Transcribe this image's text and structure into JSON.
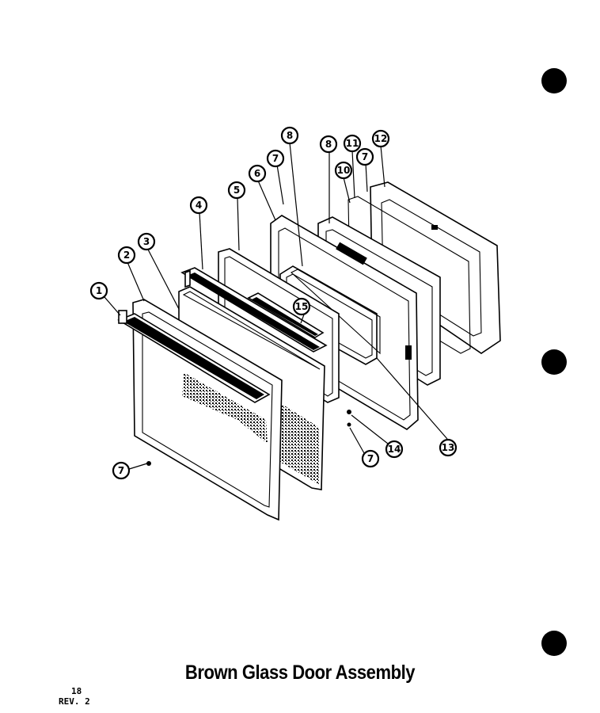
{
  "title": "Brown Glass Door Assembly",
  "page_number": "18",
  "revision": "REV. 2",
  "callouts": [
    "1",
    "2",
    "3",
    "4",
    "5",
    "6",
    "7",
    "8",
    "10",
    "11",
    "12",
    "13",
    "14",
    "15"
  ]
}
